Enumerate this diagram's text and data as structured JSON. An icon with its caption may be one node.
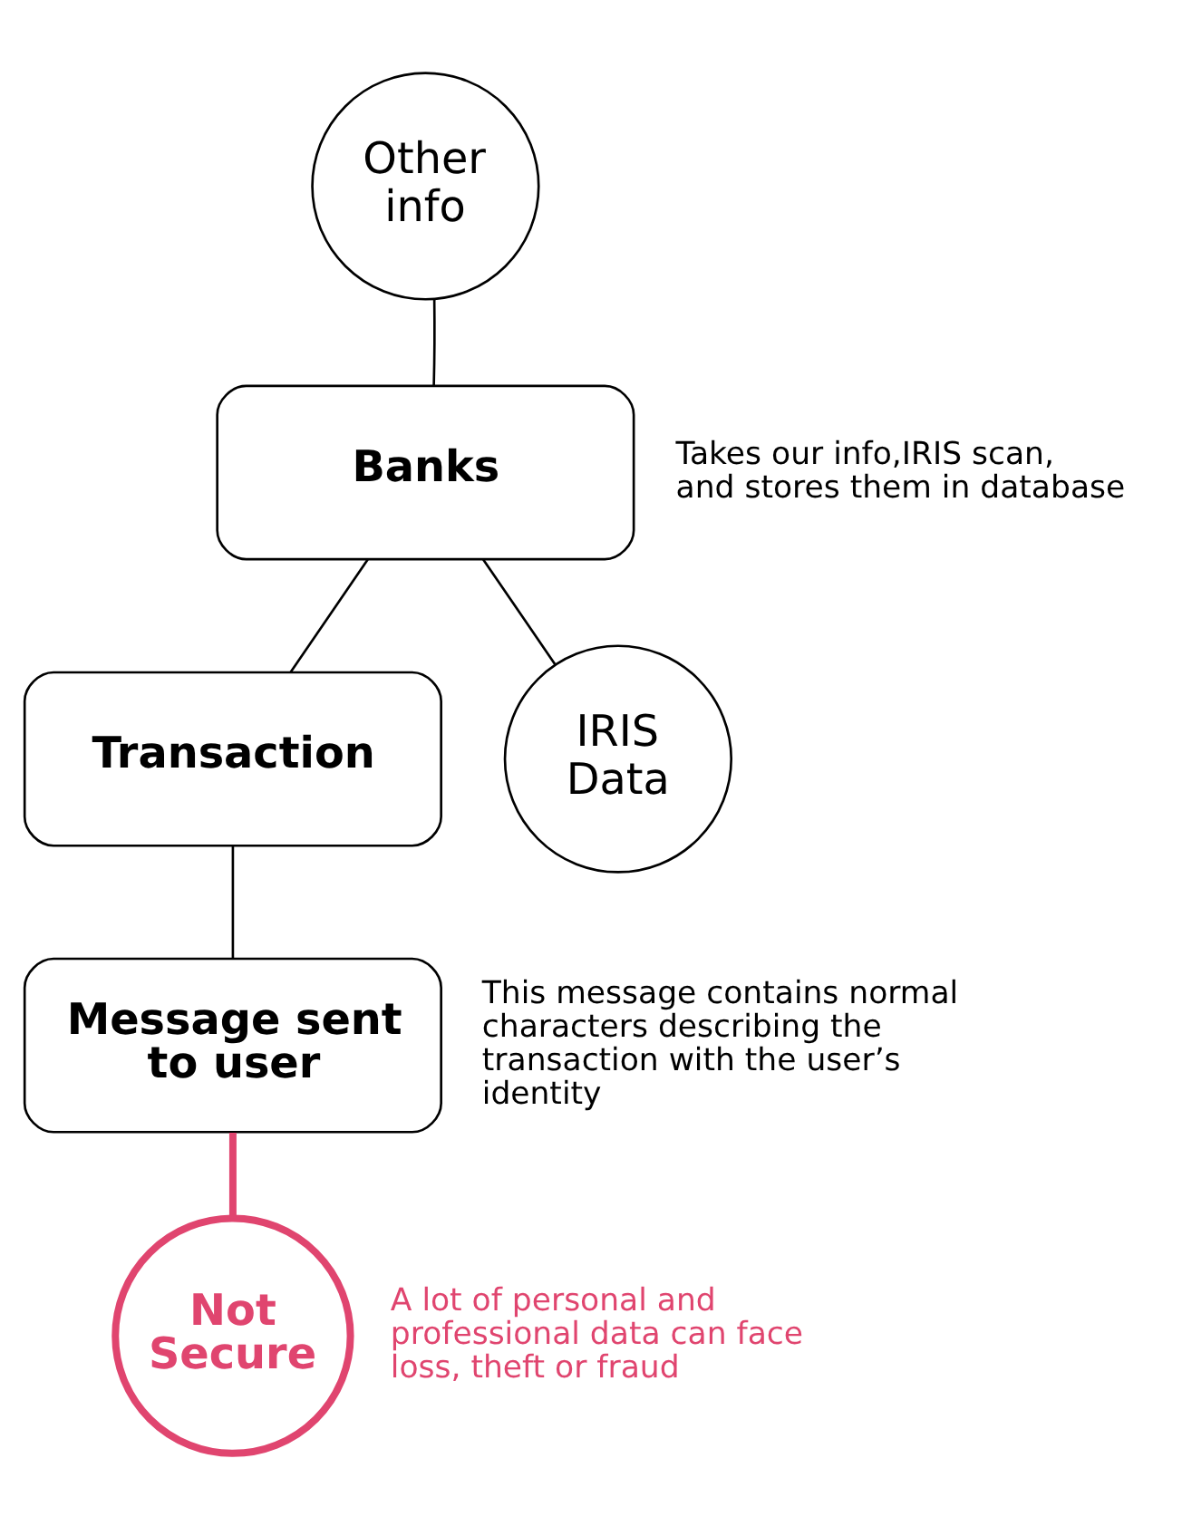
{
  "diagram": {
    "nodes": [
      {
        "text": [
          "Other info"
        ]
      },
      {
        "text": [
          "Banks"
        ],
        "beside": [
          "Takes our info,IRIS scan, and stores them in database"
        ]
      },
      {
        "text": [
          "IRIS Data"
        ]
      },
      {
        "text": [
          "Transaction"
        ]
      },
      {
        "text": [
          "Message sent to user"
        ],
        "beside": [
          "This message contains normal characters describing the transaction with the user’s identity"
        ]
      },
      {
        "text": [
          "Not Secure"
        ],
        "beside": [
          "A lot of personal and professional data can face loss, theft or fraud"
        ]
      }
    ],
    "edges": [
      {
        "from": 1,
        "to": 0,
        "arrow": "none"
      },
      {
        "from": 1,
        "to": 2,
        "arrow": "none"
      },
      {
        "from": 1,
        "to": 3,
        "arrow": "none"
      },
      {
        "from": 3,
        "to": 4,
        "arrow": "none"
      },
      {
        "from": 4,
        "to": 5,
        "arrow": "none",
        "style": "thick",
        "color": "#e0456f"
      }
    ]
  }
}
